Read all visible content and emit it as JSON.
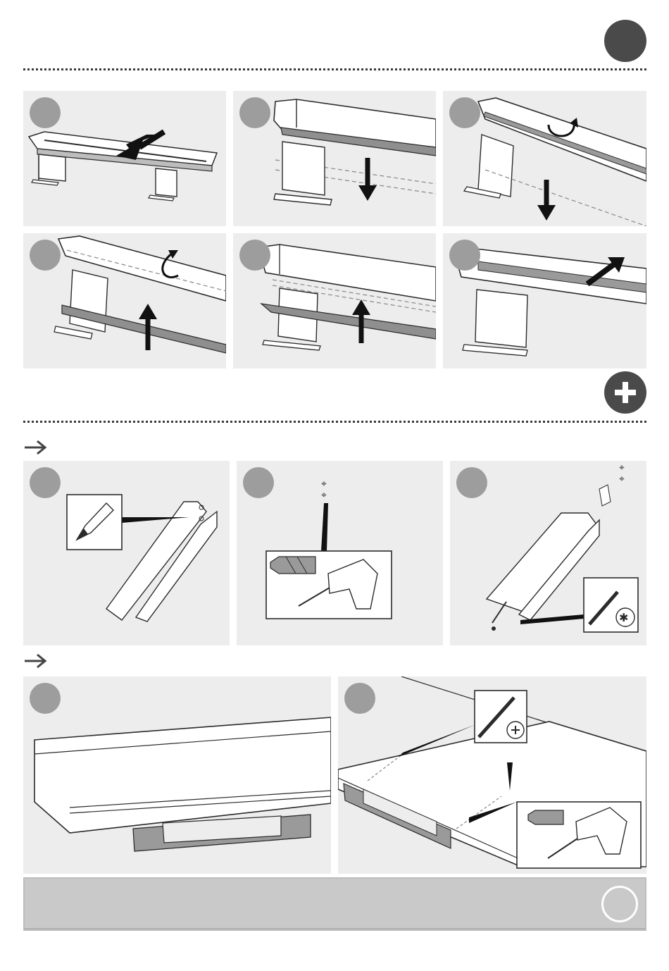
{
  "page": {
    "title": ""
  },
  "sections": {
    "mounting": {
      "step_count": 6
    },
    "options": {
      "icon": "plus-icon",
      "row_a_steps": 3,
      "row_b_steps": 2
    }
  },
  "icons": {
    "header_badge": "dark-circle-icon",
    "flow_arrow": "arrow-right-icon",
    "pencil": "pencil-icon",
    "drill": "drill-icon",
    "drill_bit": "drill-bit-icon",
    "torx_screwdriver": "torx-screwdriver-icon",
    "phillips_screwdriver": "phillips-screwdriver-icon",
    "footer_badge": "ring-icon"
  },
  "colors": {
    "panel_bg": "#ededed",
    "step_badge": "#9d9d9d",
    "section_badge": "#4a4a4a",
    "footer_bar": "#c9c9c9",
    "line_art": "#2b2b2b"
  }
}
